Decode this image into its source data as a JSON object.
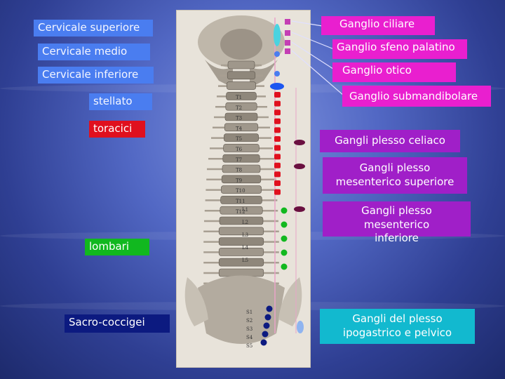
{
  "left_labels": {
    "cervicale_superiore": "Cervicale superiore",
    "cervicale_medio": "Cervicale medio",
    "cervicale_inferiore": "Cervicale inferiore",
    "stellato": "stellato",
    "toracici": "toracici",
    "lombari": "lombari",
    "sacro_coccigei": "Sacro-coccigei"
  },
  "right_labels": {
    "ganglio_ciliare": "Ganglio ciliare",
    "ganglio_sfeno_palatino": "Ganglio sfeno palatino",
    "ganglio_otico": "Ganglio otico",
    "ganglio_submandibolare": "Ganglio submandibolare",
    "gangli_plesso_celiaco": "Gangli plesso celiaco",
    "gangli_mesenterico_superiore": "Gangli plesso mesenterico superiore",
    "gangli_mesenterico_inferiore": "Gangli plesso mesenterico inferiore",
    "gangli_plesso_ipogastrico": "Gangli del plesso ipogastrico e pelvico"
  },
  "vertebra_labels": {
    "thoracic": [
      "T1",
      "T2",
      "T3",
      "T4",
      "T5",
      "T6",
      "T7",
      "T8",
      "T9",
      "T10",
      "T11",
      "T12"
    ],
    "lumbar": [
      "L1",
      "L2",
      "L3",
      "L4",
      "L5"
    ],
    "sacral": [
      "S1",
      "S2",
      "S3",
      "S4",
      "S5"
    ]
  },
  "colors": {
    "cervical": "#4a7df0",
    "thoracic": "#e0101e",
    "lumbar": "#11b81f",
    "sacral": "#0c1a80",
    "cranial": "#c43fb4",
    "prevertebral": "#6a1040"
  }
}
